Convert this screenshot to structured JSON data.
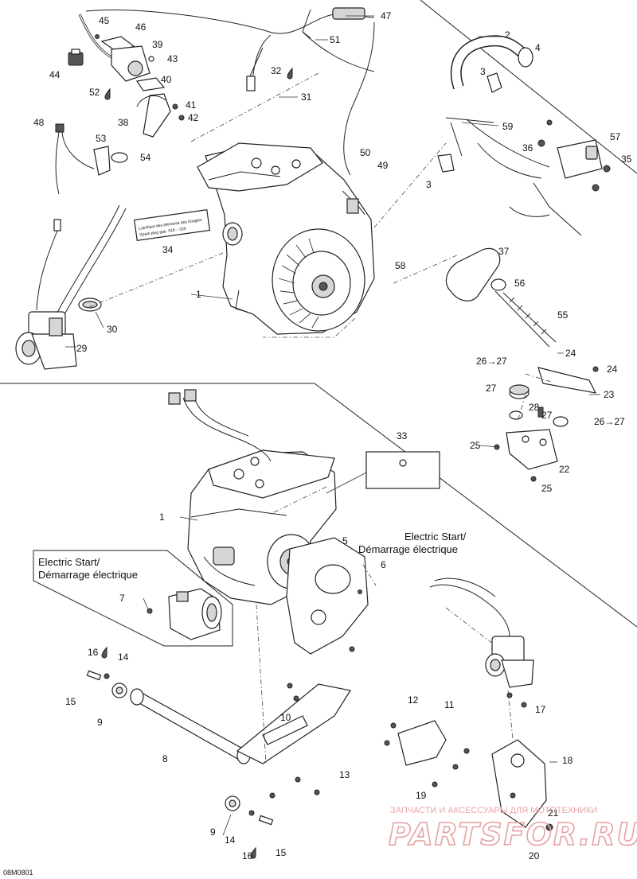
{
  "diagram_code": "08M0801",
  "callouts": [
    {
      "id": "45",
      "label": "45"
    },
    {
      "id": "46",
      "label": "46"
    },
    {
      "id": "39",
      "label": "39"
    },
    {
      "id": "43",
      "label": "43"
    },
    {
      "id": "44",
      "label": "44"
    },
    {
      "id": "40",
      "label": "40"
    },
    {
      "id": "52",
      "label": "52"
    },
    {
      "id": "41",
      "label": "41"
    },
    {
      "id": "42",
      "label": "42"
    },
    {
      "id": "38",
      "label": "38"
    },
    {
      "id": "47",
      "label": "47"
    },
    {
      "id": "51",
      "label": "51"
    },
    {
      "id": "32",
      "label": "32"
    },
    {
      "id": "31",
      "label": "31"
    },
    {
      "id": "48",
      "label": "48"
    },
    {
      "id": "53",
      "label": "53"
    },
    {
      "id": "54",
      "label": "54"
    },
    {
      "id": "50",
      "label": "50"
    },
    {
      "id": "49",
      "label": "49"
    },
    {
      "id": "34",
      "label": "34"
    },
    {
      "id": "2",
      "label": "2"
    },
    {
      "id": "4",
      "label": "4"
    },
    {
      "id": "3a",
      "label": "3"
    },
    {
      "id": "59",
      "label": "59"
    },
    {
      "id": "57",
      "label": "57"
    },
    {
      "id": "36",
      "label": "36"
    },
    {
      "id": "35",
      "label": "35"
    },
    {
      "id": "3b",
      "label": "3"
    },
    {
      "id": "58",
      "label": "58"
    },
    {
      "id": "1a",
      "label": "1"
    },
    {
      "id": "30",
      "label": "30"
    },
    {
      "id": "29",
      "label": "29"
    },
    {
      "id": "37",
      "label": "37"
    },
    {
      "id": "56",
      "label": "56"
    },
    {
      "id": "55",
      "label": "55"
    },
    {
      "id": "24a",
      "label": "24"
    },
    {
      "id": "26a",
      "label": "26→27"
    },
    {
      "id": "24b",
      "label": "24"
    },
    {
      "id": "27a",
      "label": "27"
    },
    {
      "id": "23",
      "label": "23"
    },
    {
      "id": "28",
      "label": "28"
    },
    {
      "id": "27b",
      "label": "27"
    },
    {
      "id": "26b",
      "label": "26→27"
    },
    {
      "id": "25a",
      "label": "25"
    },
    {
      "id": "22",
      "label": "22"
    },
    {
      "id": "25b",
      "label": "25"
    },
    {
      "id": "33",
      "label": "33"
    },
    {
      "id": "1b",
      "label": "1"
    },
    {
      "id": "5",
      "label": "5"
    },
    {
      "id": "6",
      "label": "6"
    },
    {
      "id": "7",
      "label": "7"
    },
    {
      "id": "16a",
      "label": "16"
    },
    {
      "id": "14a",
      "label": "14"
    },
    {
      "id": "15a",
      "label": "15"
    },
    {
      "id": "9a",
      "label": "9"
    },
    {
      "id": "10",
      "label": "10"
    },
    {
      "id": "17",
      "label": "17"
    },
    {
      "id": "12",
      "label": "12"
    },
    {
      "id": "11",
      "label": "11"
    },
    {
      "id": "8",
      "label": "8"
    },
    {
      "id": "13",
      "label": "13"
    },
    {
      "id": "18",
      "label": "18"
    },
    {
      "id": "19",
      "label": "19"
    },
    {
      "id": "21",
      "label": "21"
    },
    {
      "id": "9b",
      "label": "9"
    },
    {
      "id": "14b",
      "label": "14"
    },
    {
      "id": "15b",
      "label": "15"
    },
    {
      "id": "16b",
      "label": "16"
    },
    {
      "id": "20",
      "label": "20"
    }
  ],
  "electric_start_right": {
    "line1": "Electric Start/",
    "line2": "Démarrage électrique"
  },
  "electric_start_left": {
    "line1": "Electric Start/",
    "line2": "Démarrage électrique"
  },
  "engine_label": {
    "line1": "Lubrifiant des éléments des bougies",
    "line2": "Spark plug gap .018 - .026"
  },
  "decal_33": {
    "line1": "",
    "line2": ""
  },
  "watermark": {
    "line1": "ЗАПЧАСТИ И АКСЕССУАРЫ ДЛЯ МОТОТЕХНИКИ",
    "line2": "PARTSFOR.RU"
  },
  "colors": {
    "ink": "#222222",
    "watermark": "#e6a2a2"
  },
  "icons": {
    "loctite": "drop-icon",
    "arrow": "right-arrow-icon"
  }
}
